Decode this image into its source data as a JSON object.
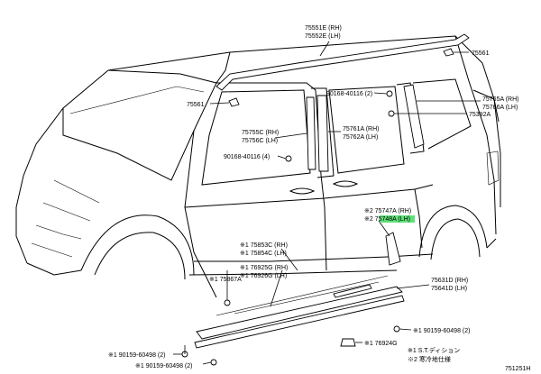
{
  "callouts": [
    {
      "id": "r1",
      "lines": [
        "75551E (RH)",
        "75552E (LH)"
      ]
    },
    {
      "id": "r2",
      "lines": [
        "75561"
      ]
    },
    {
      "id": "r3",
      "lines": [
        "75561"
      ]
    },
    {
      "id": "r4",
      "lines": [
        "90168-40116 (2)"
      ]
    },
    {
      "id": "r5",
      "lines": [
        "75765A (RH)",
        "75766A (LH)"
      ]
    },
    {
      "id": "r6",
      "lines": [
        "75392A"
      ]
    },
    {
      "id": "r7",
      "lines": [
        "75755C (RH)",
        "75756C (LH)"
      ]
    },
    {
      "id": "r8",
      "lines": [
        "75761A (RH)",
        "75762A (LH)"
      ]
    },
    {
      "id": "r9",
      "lines": [
        "90168-40116 (4)"
      ]
    },
    {
      "id": "r10",
      "lines": [
        "※2  75747A (RH)",
        "※2  75748A (LH)"
      ]
    },
    {
      "id": "r11",
      "lines": [
        "※1  75853C (RH)",
        "※1  75854C (LH)"
      ]
    },
    {
      "id": "r12",
      "lines": [
        "※1  76925G (RH)",
        "※1  76926G (LH)"
      ]
    },
    {
      "id": "r13",
      "lines": [
        "※1  75867A"
      ]
    },
    {
      "id": "r14",
      "lines": [
        "75631D (RH)",
        "75641D (LH)"
      ]
    },
    {
      "id": "r15",
      "lines": [
        "※1  90159-60498 (2)"
      ]
    },
    {
      "id": "r16",
      "lines": [
        "※1  76924G"
      ]
    },
    {
      "id": "r17",
      "lines": [
        "※1 90159-60498 (2)"
      ]
    },
    {
      "id": "r18",
      "lines": [
        "※1 90159-60498 (2)"
      ]
    }
  ],
  "notes": [
    "※1  S.T.ディション",
    "※2  寒冷地仕様"
  ],
  "diagram_code": "751251H",
  "highlight": {
    "part": "75748A (LH)",
    "color": "#5fe07a"
  }
}
